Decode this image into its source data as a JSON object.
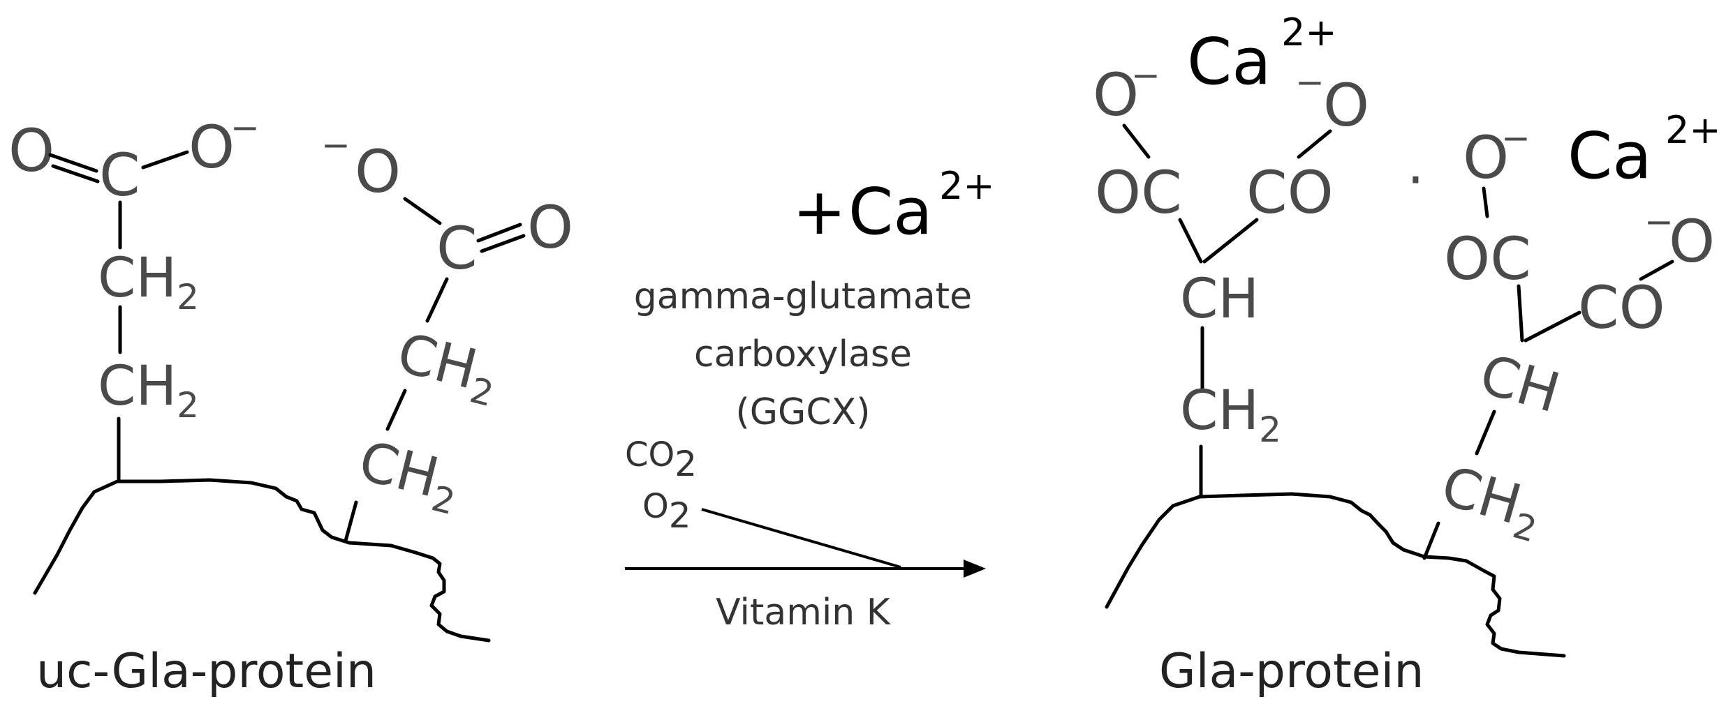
{
  "reactant": {
    "label": "uc-Gla-protein",
    "chain1": {
      "O_double": "O",
      "C": "C",
      "O_single": "O",
      "charge": "−",
      "ch2_upper": "CH",
      "ch2_lower": "CH",
      "sub2": "2"
    },
    "chain2": {
      "O_single": "O",
      "charge": "−",
      "C": "C",
      "O_double": "O",
      "ch2_upper": "CH",
      "ch2_lower": "CH",
      "sub2": "2"
    }
  },
  "arrow": {
    "plus": "+",
    "ca": "Ca",
    "ca_charge": "2+",
    "enzyme_line1": "gamma-glutamate",
    "enzyme_line2": "carboxylase",
    "enzyme_line3": "(GGCX)",
    "co2": "CO",
    "co2_sub": "2",
    "o2": "O",
    "o2_sub": "2",
    "cofactor": "Vitamin K"
  },
  "product": {
    "label": "Gla-protein",
    "chain1": {
      "o_left": "O",
      "o_left_charge": "−",
      "ca": "Ca",
      "ca_charge": "2+",
      "o_right_charge": "−",
      "o_right": "O",
      "oc": "OC",
      "co": "CO",
      "ch": "CH",
      "ch2": "CH",
      "sub2": "2"
    },
    "chain2": {
      "o_left": "O",
      "o_left_charge": "−",
      "ca": "Ca",
      "ca_charge": "2+",
      "o_right_charge": "−",
      "o_right": "O",
      "oc": "OC",
      "co": "CO",
      "ch": "CH",
      "ch2": "CH",
      "sub2": "2",
      "dot": "·"
    }
  }
}
